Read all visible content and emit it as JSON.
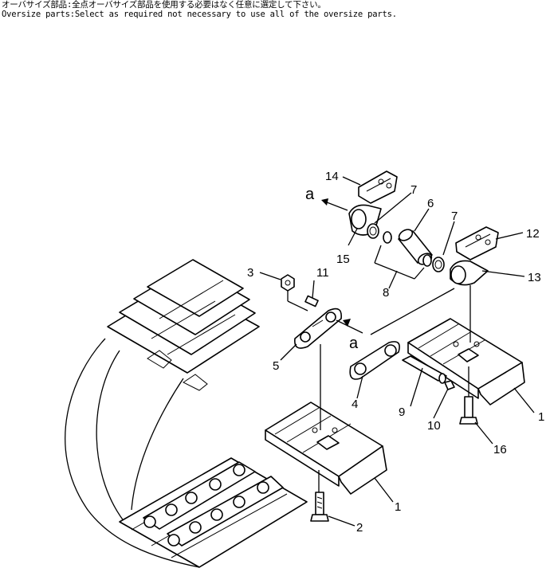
{
  "notes": {
    "japanese": "オーバサイズ部品:全点オーバサイズ部品を使用する必要はなく任意に選定して下さい。",
    "english": "Oversize parts:Select as required not necessary to use all of the oversize parts."
  },
  "callouts": {
    "c1a": "1",
    "c1b": "1",
    "c2": "2",
    "c3": "3",
    "c4": "4",
    "c5": "5",
    "c6": "6",
    "c7a": "7",
    "c7b": "7",
    "c8": "8",
    "c9": "9",
    "c10": "10",
    "c11": "11",
    "c12": "12",
    "c13": "13",
    "c14": "14",
    "c15": "15",
    "c16": "16"
  },
  "refs": {
    "a_top": "a",
    "a_mid": "a"
  }
}
